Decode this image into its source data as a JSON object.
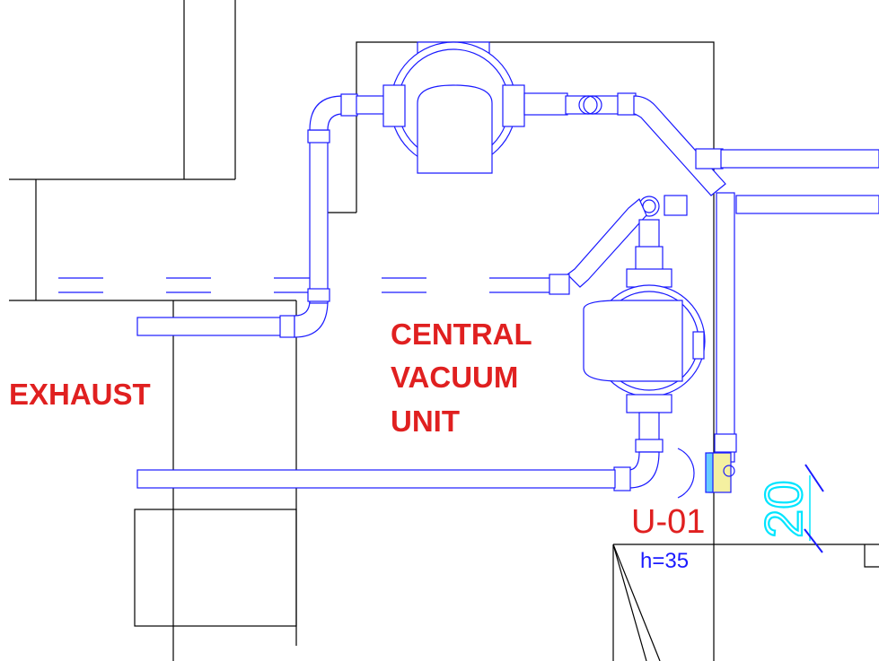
{
  "labels": {
    "exhaust": "EXHAUST",
    "central_line1": "CENTRAL",
    "central_line2": "VACUUM",
    "central_line3": "UNIT",
    "unit_tag": "U-01",
    "height": "h=35",
    "dimension": "20"
  },
  "colors": {
    "walls": "#000000",
    "pipes": "#1a1aff",
    "labels": "#e02020",
    "dimension": "#00e5ff",
    "inlet": "#f4f0a0"
  }
}
